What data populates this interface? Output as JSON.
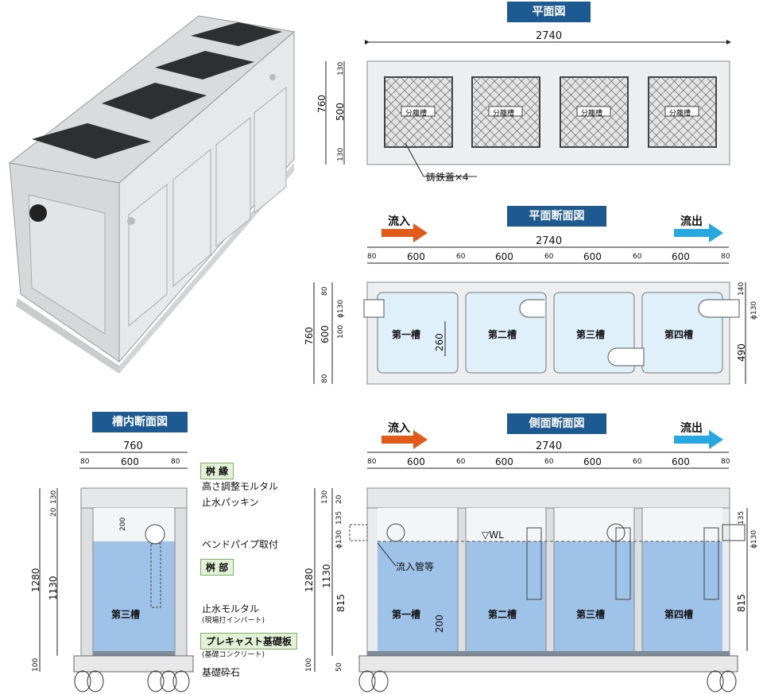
{
  "titles": {
    "plan": "平面図",
    "plan_section": "平面断面図",
    "inner_section": "槽内断面図",
    "side_section": "側面断面図"
  },
  "flow": {
    "in": "流入",
    "out": "流出"
  },
  "plan": {
    "total": "2740",
    "h_total": "760",
    "h_dims": [
      "130",
      "500",
      "130"
    ],
    "lid_text": "分離槽",
    "lid_callout": "鋳鉄蓋×4"
  },
  "plan_section": {
    "total": "2740",
    "segments": [
      "80",
      "600",
      "60",
      "600",
      "60",
      "600",
      "60",
      "600",
      "80"
    ],
    "h_total": "760",
    "h_left": [
      "80",
      "600",
      "80"
    ],
    "left_pipe": "ϕ130",
    "left_small": "100",
    "inner_260": "260",
    "right_dims": [
      "140",
      "490"
    ],
    "right_pipe": "ϕ130",
    "tanks": [
      "第一槽",
      "第二槽",
      "第三槽",
      "第四槽"
    ]
  },
  "inner_section": {
    "width": "760",
    "widths": [
      "80",
      "600",
      "80"
    ],
    "h_total": "1280",
    "h_inner": "1130",
    "h_dims": [
      "130",
      "20",
      "100"
    ],
    "d200": "200",
    "tank": "第三槽",
    "callouts": {
      "rim": "桝 縁",
      "mortar_adjust": "高さ調整モルタル",
      "packing": "止水パッキン",
      "bend": "ベンドパイプ取付",
      "body": "桝 部",
      "stop_mortar": "止水モルタル",
      "stop_mortar_sub": "(現場打インバート)",
      "precast": "プレキャスト基礎板",
      "precast_sub": "(基礎コンクリート)",
      "gravel": "基礎砕石"
    }
  },
  "side_section": {
    "total": "2740",
    "segments": [
      "80",
      "600",
      "60",
      "600",
      "60",
      "600",
      "60",
      "600",
      "80"
    ],
    "left_dims": [
      "130",
      "20",
      "135",
      "ϕ130",
      "1280",
      "1130",
      "815",
      "200",
      "100",
      "50"
    ],
    "right_dims": [
      "135",
      "ϕ130",
      "815"
    ],
    "wl": "▽WL",
    "pipe_label": "流入管等",
    "tanks": [
      "第一槽",
      "第二槽",
      "第三槽",
      "第四槽"
    ]
  },
  "colors": {
    "water": "#9fc3e8",
    "water_light": "#dff0fb",
    "concrete": "#e9ebec",
    "badge": "#1e5a92",
    "in_arrow": "#e05a1a",
    "out_arrow": "#28a7e1"
  }
}
